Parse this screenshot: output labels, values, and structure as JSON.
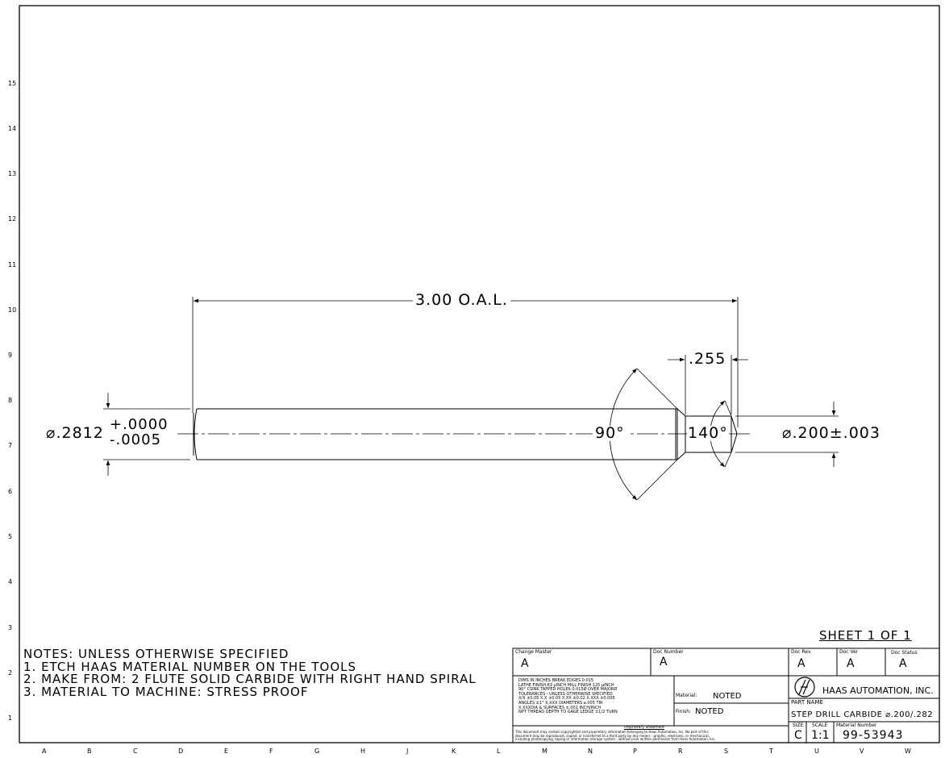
{
  "zones": {
    "rows": [
      "15",
      "14",
      "13",
      "12",
      "11",
      "10",
      "9",
      "8",
      "7",
      "6",
      "5",
      "4",
      "3",
      "2",
      "1"
    ],
    "cols": [
      "A",
      "B",
      "C",
      "D",
      "E",
      "F",
      "G",
      "H",
      "J",
      "K",
      "L",
      "M",
      "N",
      "P",
      "R",
      "S",
      "T",
      "U",
      "V",
      "W"
    ]
  },
  "dimensions": {
    "overall_length": "3.00  O.A.L.",
    "shank_diameter": "⌀.2812",
    "shank_tol_plus": "+.0000",
    "shank_tol_minus": "-.0005",
    "chamfer_angle": "90°",
    "point_angle": "140°",
    "step_length": ".255",
    "step_diameter": "⌀.200±.003"
  },
  "notes": [
    "NOTES: UNLESS OTHERWISE SPECIFIED",
    "1. ETCH HAAS MATERIAL NUMBER ON THE TOOLS",
    "2. MAKE FROM: 2 FLUTE SOLID CARBIDE WITH RIGHT HAND SPIRAL",
    "3. MATERIAL TO MACHINE: STRESS PROOF"
  ],
  "sheet": "SHEET  1  OF  1",
  "title_block": {
    "change_master_label": "Change Master",
    "change_master": "A",
    "doc_number_label": "Doc Number",
    "doc_number": "A",
    "doc_rev_label": "Doc Rev",
    "doc_rev": "A",
    "doc_ver_label": "Doc Ver",
    "doc_ver": "A",
    "doc_status_label": "Doc Status",
    "doc_status": "A",
    "tolerances": [
      "DIMS IN INCHES BREAK EDGES 0.015",
      "LATHE FINISH 63 µINCH MILL FINISH 125 µINCH",
      "90° CSINK TAPPED HOLES 0.015Ø OVER MAJORØ",
      "TOLERANCES - UNLESS OTHERWISE SPECIFIED",
      "X/X ±0.05  X.X ±0.05  X.XX ±0.02  X.XXX ±0.005",
      "ANGLES ±1°  X.XXX DIAMETERS ⌀.005 TIR",
      "X.XXXDIA & SURFACES ±.001 INCH/INCH",
      "NPT THREAD DEPTH TO GAGE LEDGE ±1/2 TURN"
    ],
    "material_label": "Material:",
    "material": "NOTED",
    "finish_label": "Finish:",
    "finish": "NOTED",
    "company": "HAAS AUTOMATION, INC.",
    "part_name_label": "PART NAME",
    "part_name": "STEP DRILL CARBIDE ⌀.200/.282",
    "size_label": "SIZE",
    "size": "C",
    "scale_label": "SCALE",
    "scale": "1:1",
    "material_number_label": "Material Number",
    "material_number": "99-53943",
    "proprietary_heading": "Proprietary Statement",
    "proprietary_text": [
      "This document may contain copyrighted and proprietary information belonging to Haas Automation, Inc. No part of this",
      "document may be reproduced, copied, or transferred to a third party by any means - graphic, electronic, or mechanical,",
      "including photocopying, taping or information storage system - without prior written permission from Haas Automation, Inc."
    ]
  }
}
